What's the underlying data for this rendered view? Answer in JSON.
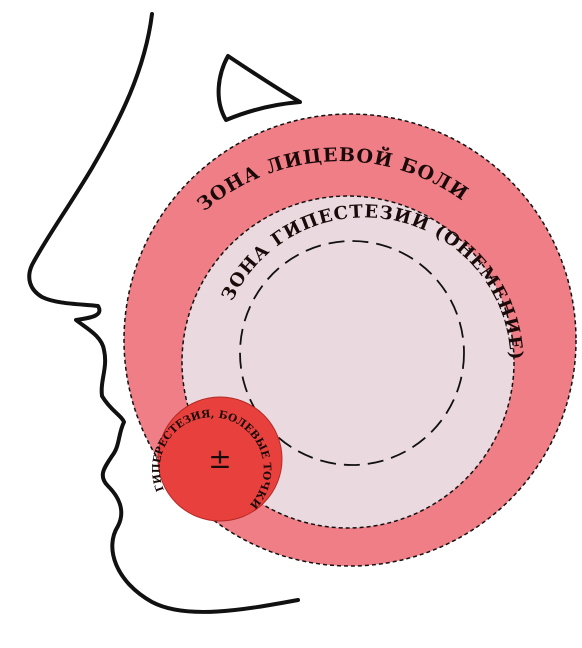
{
  "labels": {
    "pain_zone": "ЗОНА ЛИЦЕВОЙ БОЛИ",
    "hypesthesia_zone": "ЗОНА ГИПЕСТЕЗИИ (ОНЕМЕНИЕ)",
    "hyperesthesia_zone": "ГИПЕРЕСТЕЗИЯ, БОЛЕВЫЕ ТОЧКИ",
    "symbol": "±"
  },
  "colors": {
    "pain_zone_fill": "#f07e86",
    "hypesthesia_fill": "#ead9df",
    "hyperesthesia_fill": "#e8413d",
    "outline": "#111111"
  }
}
